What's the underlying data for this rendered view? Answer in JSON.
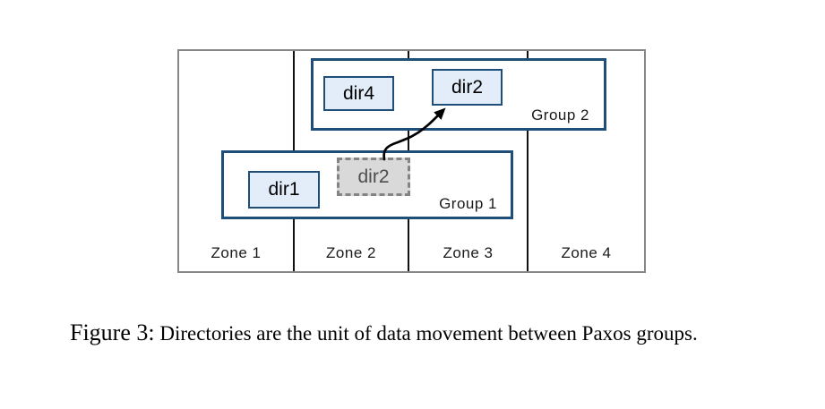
{
  "figure": {
    "zones": [
      "Zone 1",
      "Zone 2",
      "Zone 3",
      "Zone 4"
    ],
    "groups": [
      {
        "label": "Group 2",
        "dirs": [
          "dir4",
          "dir2"
        ]
      },
      {
        "label": "Group 1",
        "dirs": [
          "dir1",
          "dir2"
        ]
      }
    ],
    "arrow_icon": "curved-move-arrow",
    "colors": {
      "group_border": "#1f4e79",
      "dir_fill": "#e3edf9",
      "ghost_fill": "#d9d9d9",
      "ghost_border": "#848484",
      "ghost_text": "#4d4d4d",
      "outer_border": "#878787",
      "divider": "#111111",
      "arrow": "#000000"
    }
  },
  "caption": {
    "label": "Figure 3:",
    "text": "Directories are the unit of data movement between Paxos groups."
  }
}
